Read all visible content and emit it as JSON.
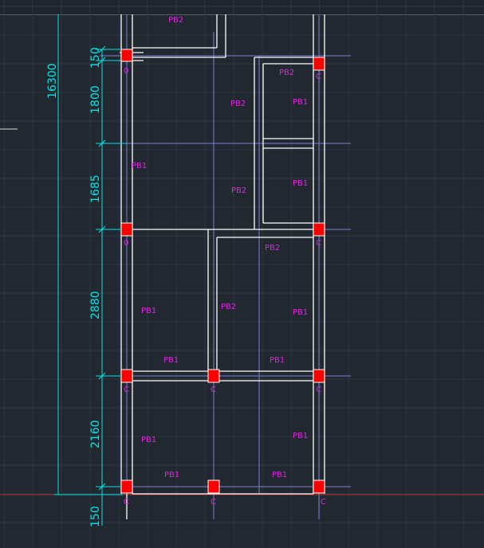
{
  "app": {
    "view": "CAD model space - floor beam plan"
  },
  "colors": {
    "background": "#212830",
    "grid": "#2e3640",
    "dimension": "#00e5e5",
    "beam_label": "#e024e0",
    "column": "#ff0000",
    "wall": "#ffffff",
    "axis": "#7b7fd0",
    "base_line": "#b03030"
  },
  "dimensions": {
    "overall": "16300",
    "segments": [
      "150",
      "1800",
      "1685",
      "2880",
      "2160"
    ],
    "bottom": "150"
  },
  "beam_labels": {
    "pb2_top_left": "PB2",
    "pb2_top_right": "PB2",
    "pb2_mid": "PB2",
    "pb1_right_1": "PB1",
    "pb1_left_1": "PB1",
    "pb2_mid_2": "PB2",
    "pb1_right_2": "PB1",
    "pb2_center": "PB2",
    "pb1_left_2": "PB1",
    "pb2_center_2": "PB2",
    "pb1_right_3": "PB1",
    "pb1_horiz_left_1": "PB1",
    "pb1_horiz_right_1": "PB1",
    "pb1_left_3": "PB1",
    "pb1_right_4": "PB1",
    "pb1_horiz_left_2": "PB1",
    "pb1_horiz_right_2": "PB1"
  },
  "column_labels": {
    "c1": "0",
    "c2": "C",
    "c3": "0",
    "c4": "C",
    "c5": "C",
    "c6": "C",
    "c7": "C",
    "c8": "C",
    "c9": "C",
    "c10": "C"
  }
}
